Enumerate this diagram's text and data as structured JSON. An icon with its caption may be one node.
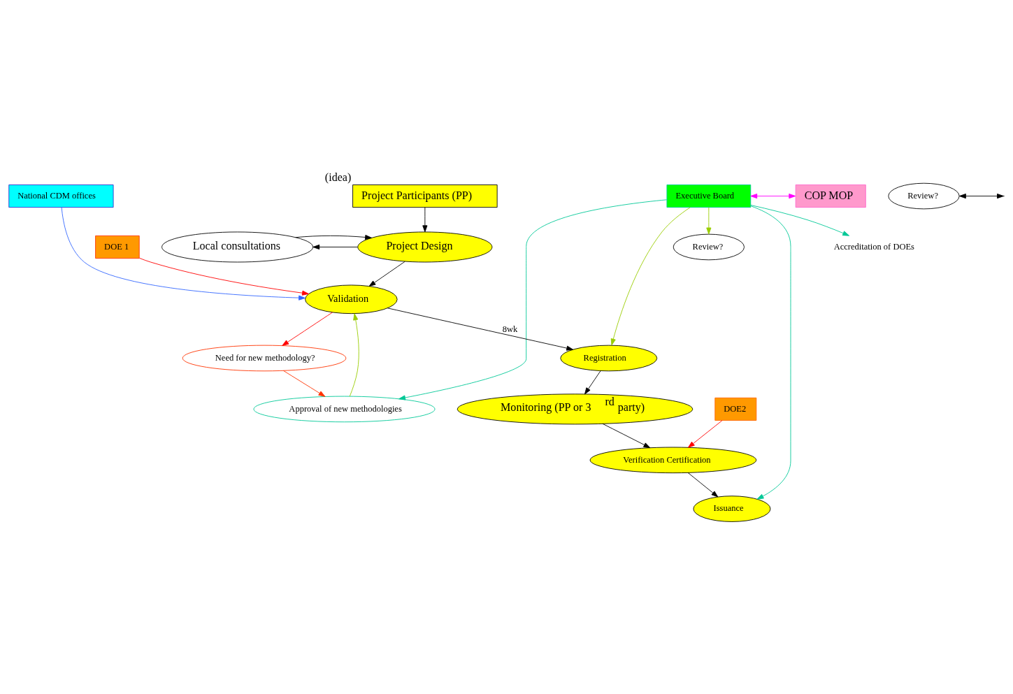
{
  "diagram": {
    "nodes": [
      {
        "text": [
          "Project Participants (PP)"
        ],
        "beside": [
          "(idea)"
        ]
      },
      {
        "text": [
          "National CDM offices"
        ]
      },
      {
        "text": [
          "Executive Board"
        ]
      },
      {
        "text": [
          "COP MOP"
        ]
      },
      {
        "text": [
          "Local consultations"
        ]
      },
      {
        "text": [
          "Project Design"
        ]
      },
      {
        "text": [
          "Accreditation of DOEs"
        ]
      },
      {
        "text": [
          "DOE 1"
        ]
      },
      {
        "text": [
          "Need for new methodology?"
        ]
      },
      {
        "text": [
          "Validation"
        ]
      },
      {
        "text": [
          "Approval of new methodologies"
        ]
      },
      {
        "text": [
          "Review?"
        ]
      },
      {
        "text": [
          "Registration"
        ]
      },
      {
        "text": [
          "Review?"
        ]
      },
      {
        "text": [
          "Monitoring (PP or 3$^{rd}$ party)"
        ]
      },
      {
        "text": [
          "DOE2"
        ]
      },
      {
        "text": [
          "Verification Certification"
        ]
      },
      {
        "text": [
          "Issuance"
        ]
      }
    ],
    "edges": [
      {
        "from": 0,
        "to": 5,
        "arrow": "to"
      },
      {
        "from": 5,
        "to": 4,
        "arrow": "to"
      },
      {
        "from": 4,
        "to": 5,
        "arrow": "to"
      },
      {
        "from": 5,
        "to": 9,
        "arrow": "to"
      },
      {
        "from": 9,
        "to": 12,
        "arrow": "to",
        "label": "8wk"
      },
      {
        "from": 12,
        "to": 14,
        "arrow": "to"
      },
      {
        "from": 14,
        "to": 16,
        "arrow": "to"
      },
      {
        "from": 16,
        "to": 17,
        "arrow": "to"
      },
      {
        "from": 11,
        "to": null,
        "arrow": "both"
      },
      {
        "from": 2,
        "to": 6,
        "arrow": "to",
        "color": "#00c896"
      },
      {
        "from": 2,
        "to": 3,
        "arrow": "both",
        "color": "#ff00ff"
      },
      {
        "from": 1,
        "to": 9,
        "arrow": "to",
        "color": "#3366ff"
      },
      {
        "from": 7,
        "to": 9,
        "arrow": "to",
        "color": "#ff0000"
      },
      {
        "from": 9,
        "to": 8,
        "arrow": "to",
        "color": "#ff0000"
      },
      {
        "from": 8,
        "to": 10,
        "arrow": "to",
        "color": "#ff3300"
      },
      {
        "from": 10,
        "to": 9,
        "arrow": "to",
        "color": "#99cc00"
      },
      {
        "from": 2,
        "to": 10,
        "arrow": "to",
        "color": "#00c896"
      },
      {
        "from": 2,
        "to": 12,
        "arrow": "to",
        "color": "#99cc00"
      },
      {
        "from": 2,
        "to": 13,
        "arrow": "to",
        "color": "#99cc00"
      },
      {
        "from": 2,
        "to": 17,
        "arrow": "to",
        "color": "#00c896"
      },
      {
        "from": 15,
        "to": 16,
        "arrow": "to",
        "color": "#ff0000"
      }
    ]
  }
}
